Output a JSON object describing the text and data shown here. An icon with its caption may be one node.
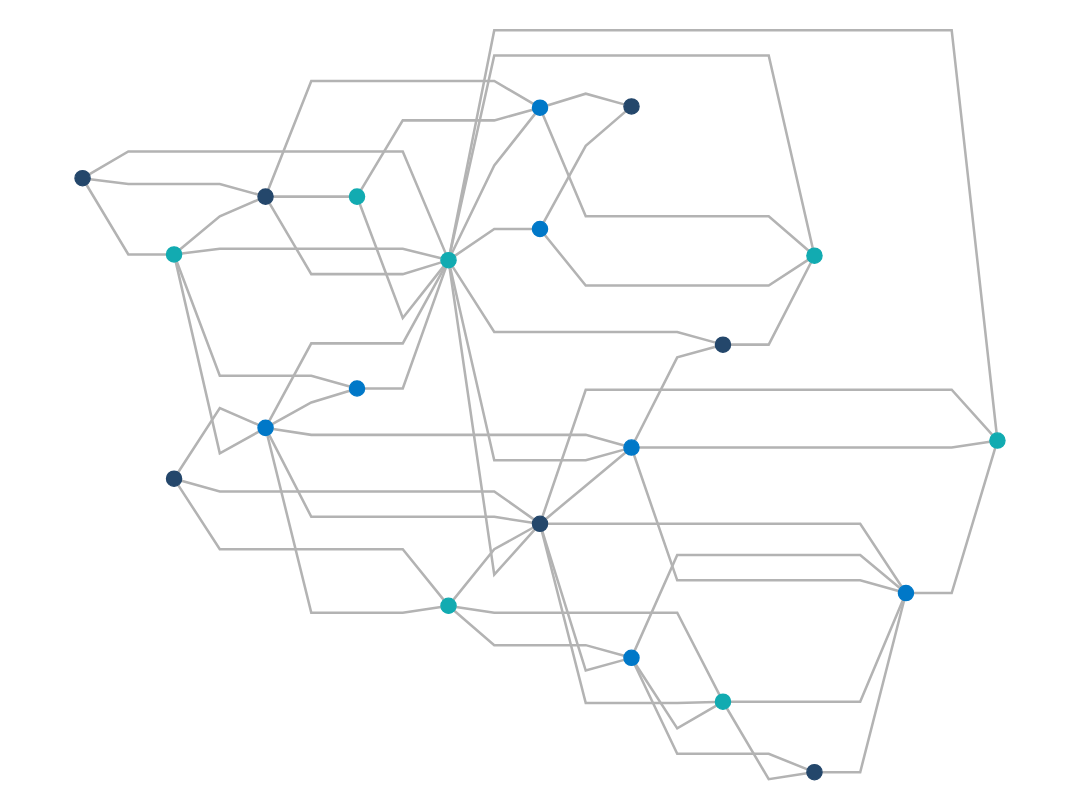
{
  "diagram": {
    "nodes": [
      {
        "text": [],
        "shape": "circle"
      },
      {
        "text": [],
        "shape": "circle"
      },
      {
        "text": [],
        "shape": "circle"
      },
      {
        "text": [],
        "shape": "circle"
      },
      {
        "text": [],
        "shape": "circle"
      },
      {
        "text": [],
        "shape": "circle"
      },
      {
        "text": [],
        "shape": "circle"
      },
      {
        "text": [],
        "shape": "circle"
      },
      {
        "text": [],
        "shape": "circle"
      },
      {
        "text": [],
        "shape": "circle"
      },
      {
        "text": [],
        "shape": "circle"
      },
      {
        "text": [],
        "shape": "circle"
      },
      {
        "text": [],
        "shape": "circle"
      },
      {
        "text": [],
        "shape": "circle"
      },
      {
        "text": [],
        "shape": "circle"
      },
      {
        "text": [],
        "shape": "circle"
      },
      {
        "text": [],
        "shape": "circle"
      },
      {
        "text": [],
        "shape": "circle"
      },
      {
        "text": [],
        "shape": "circle"
      },
      {
        "text": [],
        "shape": "circle"
      },
      {
        "text": [],
        "shape": "circle"
      }
    ],
    "edges": [
      {
        "from": 0,
        "to": 2,
        "arrow": "none"
      },
      {
        "from": 0,
        "to": 3,
        "arrow": "none"
      },
      {
        "from": 0,
        "to": 8,
        "arrow": "none"
      },
      {
        "from": 1,
        "to": 5,
        "arrow": "none"
      },
      {
        "from": 1,
        "to": 7,
        "arrow": "none"
      },
      {
        "from": 1,
        "to": 10,
        "arrow": "none"
      },
      {
        "from": 2,
        "to": 3,
        "arrow": "none"
      },
      {
        "from": 2,
        "to": 5,
        "arrow": "none"
      },
      {
        "from": 2,
        "to": 6,
        "arrow": "none"
      },
      {
        "from": 2,
        "to": 8,
        "arrow": "none"
      },
      {
        "from": 3,
        "to": 4,
        "arrow": "none"
      },
      {
        "from": 3,
        "to": 8,
        "arrow": "none"
      },
      {
        "from": 3,
        "to": 9,
        "arrow": "none"
      },
      {
        "from": 4,
        "to": 8,
        "arrow": "none"
      },
      {
        "from": 4,
        "to": 9,
        "arrow": "none"
      },
      {
        "from": 5,
        "to": 6,
        "arrow": "none"
      },
      {
        "from": 5,
        "to": 7,
        "arrow": "none"
      },
      {
        "from": 5,
        "to": 8,
        "arrow": "none"
      },
      {
        "from": 5,
        "to": 10,
        "arrow": "none"
      },
      {
        "from": 5,
        "to": 12,
        "arrow": "none"
      },
      {
        "from": 6,
        "to": 8,
        "arrow": "none"
      },
      {
        "from": 7,
        "to": 10,
        "arrow": "none"
      },
      {
        "from": 7,
        "to": 11,
        "arrow": "none"
      },
      {
        "from": 7,
        "to": 14,
        "arrow": "none"
      },
      {
        "from": 8,
        "to": 9,
        "arrow": "none"
      },
      {
        "from": 8,
        "to": 10,
        "arrow": "none"
      },
      {
        "from": 8,
        "to": 12,
        "arrow": "none"
      },
      {
        "from": 8,
        "to": 13,
        "arrow": "none"
      },
      {
        "from": 8,
        "to": 18,
        "arrow": "none"
      },
      {
        "from": 8,
        "to": 19,
        "arrow": "none"
      },
      {
        "from": 8,
        "to": 20,
        "arrow": "none"
      },
      {
        "from": 9,
        "to": 16,
        "arrow": "none"
      },
      {
        "from": 9,
        "to": 20,
        "arrow": "none"
      },
      {
        "from": 10,
        "to": 11,
        "arrow": "none"
      },
      {
        "from": 10,
        "to": 12,
        "arrow": "none"
      },
      {
        "from": 10,
        "to": 14,
        "arrow": "none"
      },
      {
        "from": 10,
        "to": 17,
        "arrow": "none"
      },
      {
        "from": 10,
        "to": 19,
        "arrow": "none"
      },
      {
        "from": 11,
        "to": 14,
        "arrow": "none"
      },
      {
        "from": 11,
        "to": 15,
        "arrow": "none"
      },
      {
        "from": 11,
        "to": 17,
        "arrow": "none"
      },
      {
        "from": 12,
        "to": 17,
        "arrow": "none"
      },
      {
        "from": 12,
        "to": 18,
        "arrow": "none"
      },
      {
        "from": 12,
        "to": 19,
        "arrow": "none"
      },
      {
        "from": 13,
        "to": 16,
        "arrow": "none"
      },
      {
        "from": 13,
        "to": 20,
        "arrow": "none"
      },
      {
        "from": 14,
        "to": 15,
        "arrow": "none"
      },
      {
        "from": 14,
        "to": 17,
        "arrow": "none"
      },
      {
        "from": 15,
        "to": 17,
        "arrow": "none"
      },
      {
        "from": 17,
        "to": 19,
        "arrow": "none"
      },
      {
        "from": 18,
        "to": 20,
        "arrow": "none"
      }
    ]
  }
}
